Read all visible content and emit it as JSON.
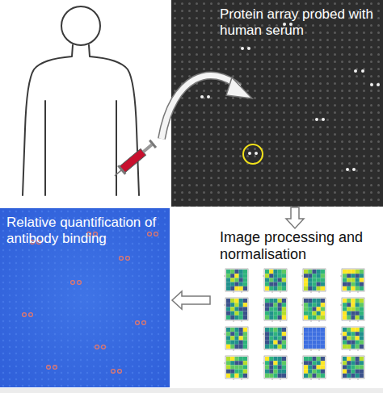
{
  "diagram": {
    "nodes": [
      {
        "text": [
          "Protein array probed with human serum"
        ]
      },
      {
        "text": [
          "Image processing and normalisation"
        ]
      },
      {
        "text": [
          "Relative quantification of antibody binding"
        ]
      }
    ],
    "edges": [
      {
        "from": 0,
        "to": 1,
        "arrow": "to"
      },
      {
        "from": 1,
        "to": 2,
        "arrow": "to"
      }
    ]
  }
}
